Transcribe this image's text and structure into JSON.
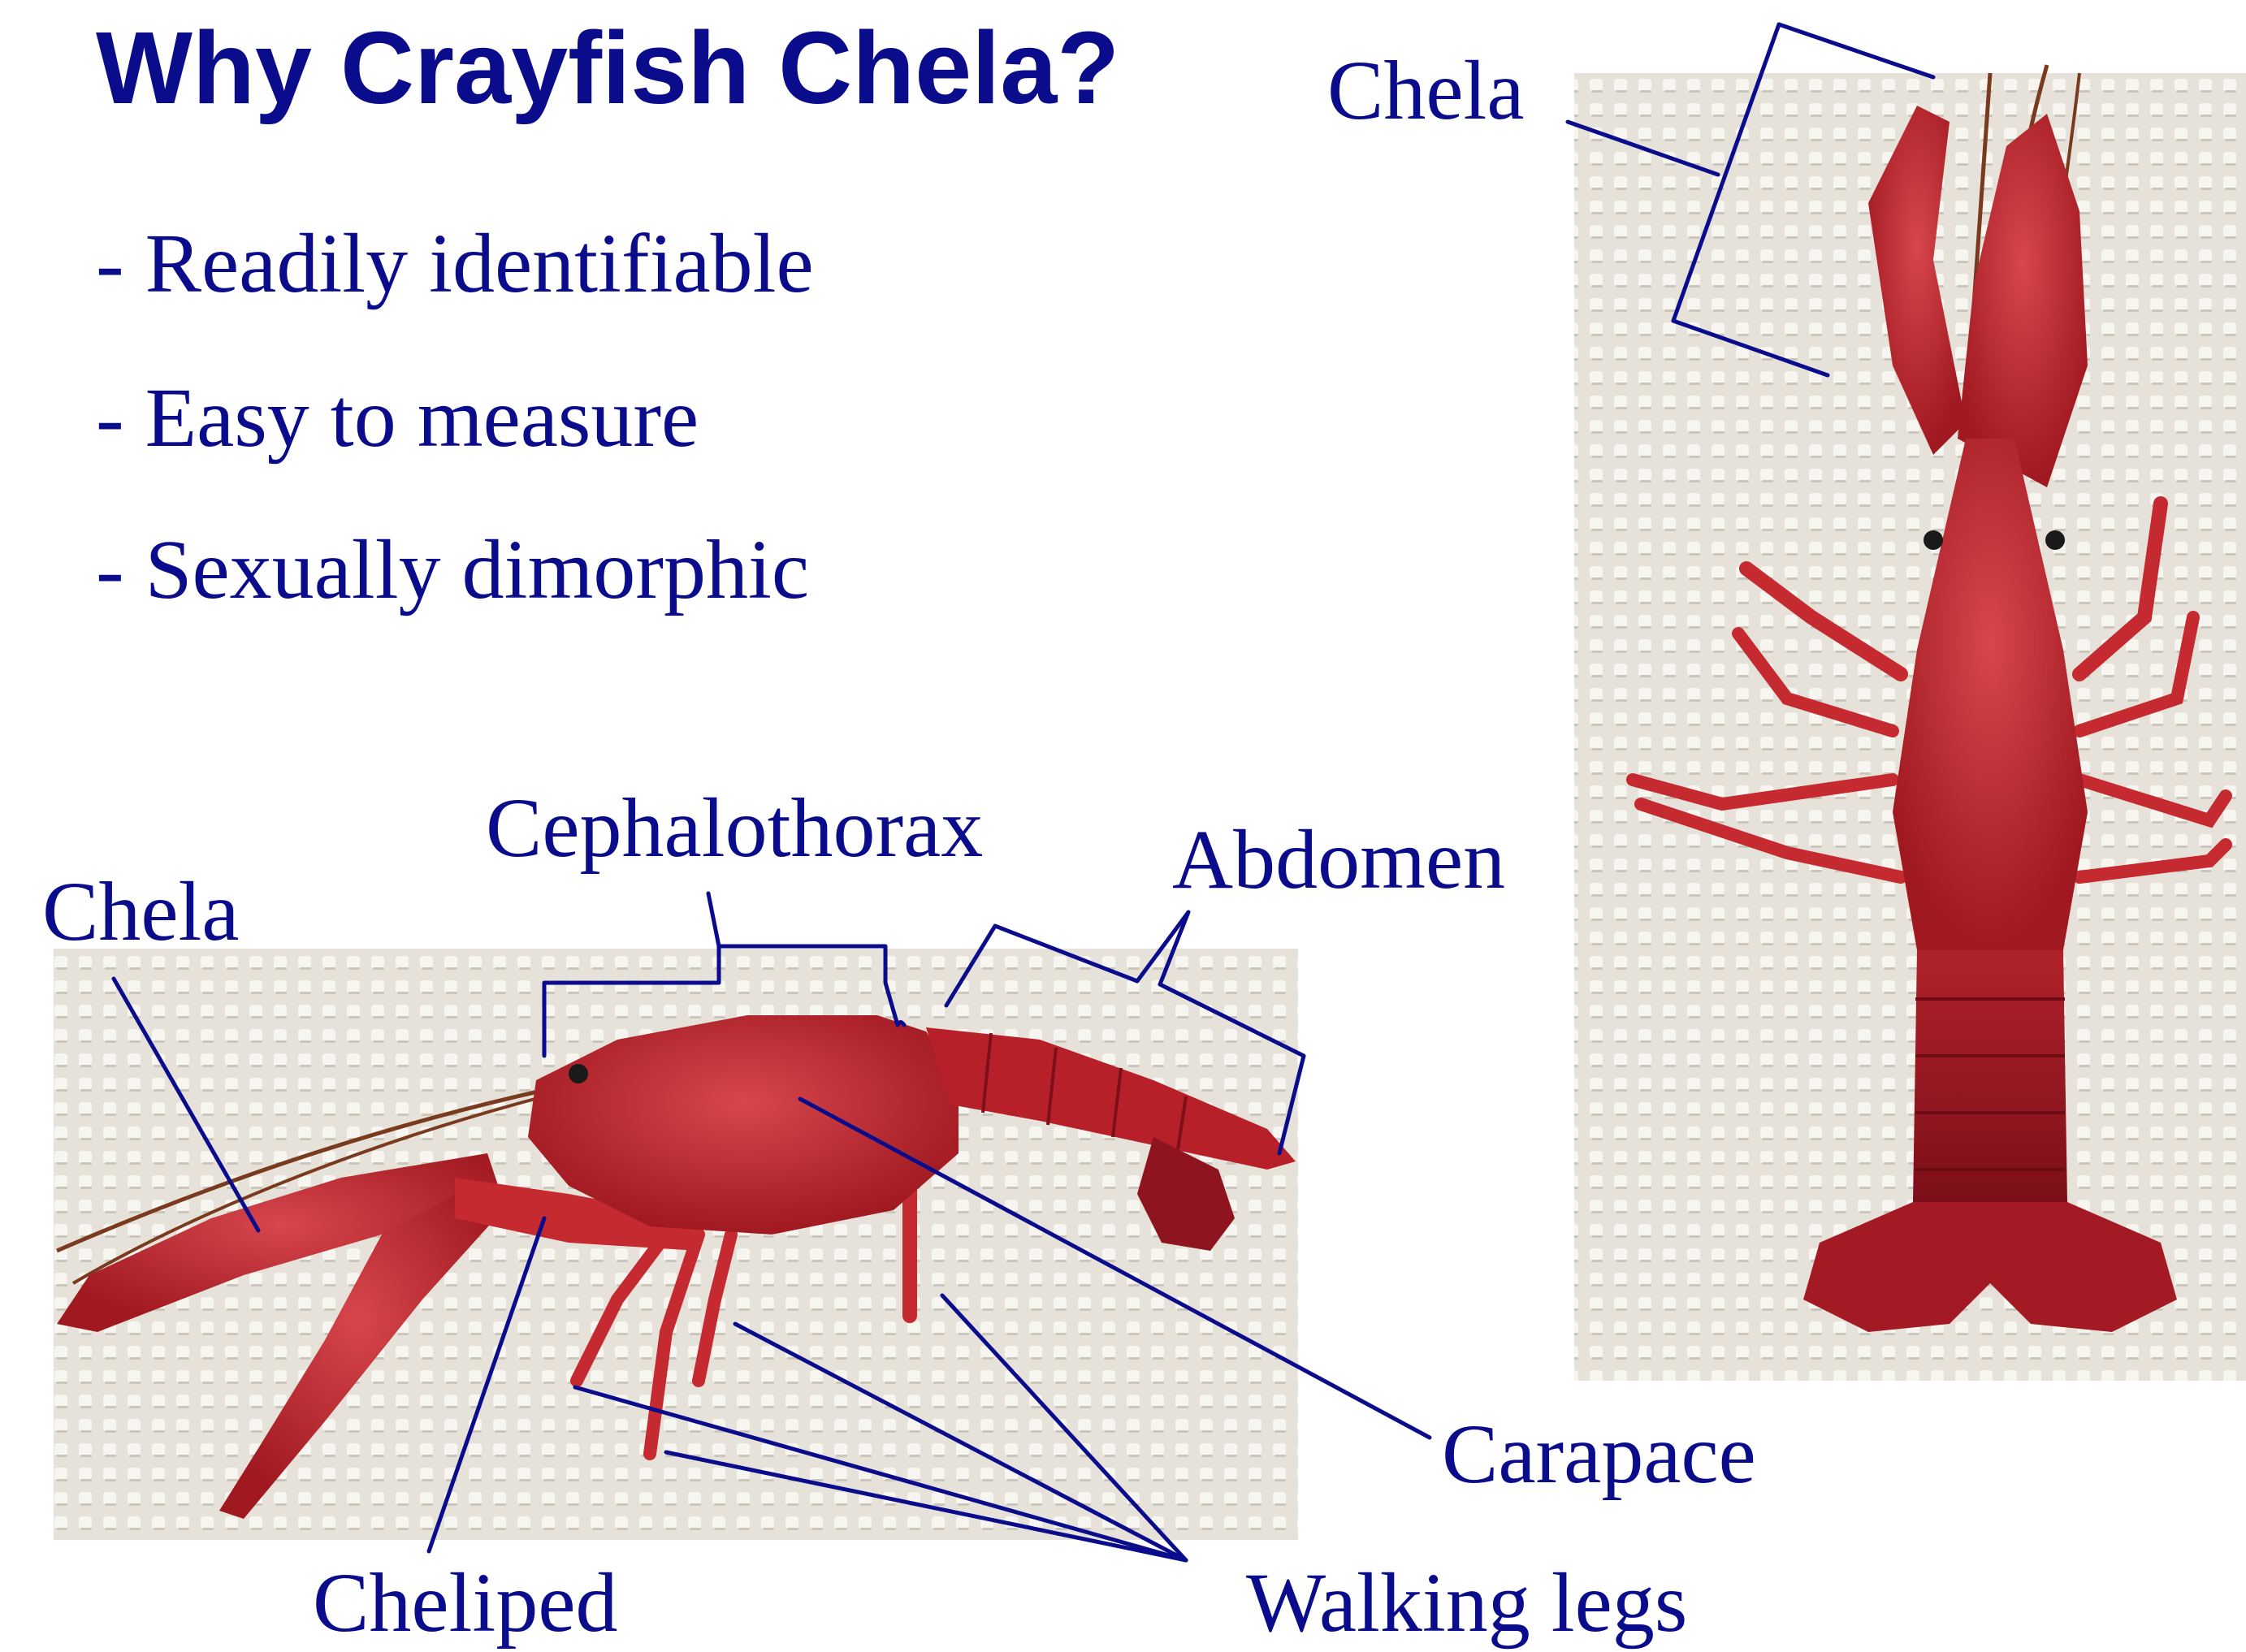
{
  "slide": {
    "title": "Why Crayfish Chela?",
    "bullets": [
      "- Readily identifiable",
      "- Easy to measure",
      "- Sexually dimorphic"
    ]
  },
  "top_view": {
    "chela_label": "Chela"
  },
  "side_view": {
    "labels": {
      "chela": "Chela",
      "cephalothorax": "Cephalothorax",
      "abdomen": "Abdomen",
      "carapace": "Carapace",
      "cheliped": "Cheliped",
      "walking_legs": "Walking legs"
    }
  },
  "colors": {
    "text": "#0b0c8c",
    "annotation_line": "#0b0c8c",
    "crayfish_red": "#b3202a",
    "mat_background": "#e8e4dc"
  }
}
